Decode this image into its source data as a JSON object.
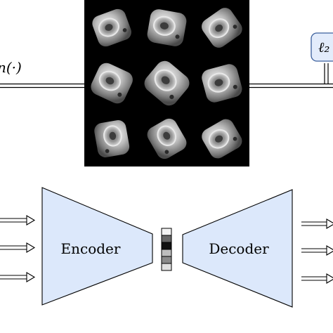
{
  "top": {
    "left_operator_label": "n(·)",
    "loss_label": "ℓ₂",
    "grid": {
      "background": "#000000",
      "rows": 3,
      "cols": 3,
      "object": "metallic-part-render"
    }
  },
  "autoencoder": {
    "encoder_label": "Encoder",
    "decoder_label": "Decoder",
    "trapezoid_fill": "#dce8fb",
    "latent_cells": [
      "#f2f2f2",
      "#666666",
      "#111111",
      "#bdbdbd",
      "#8a8a8a",
      "#e0e0e0"
    ]
  },
  "colors": {
    "stroke": "#000000",
    "loss_box_fill": "#e3ecfb",
    "loss_box_stroke": "#3a5f9c"
  }
}
